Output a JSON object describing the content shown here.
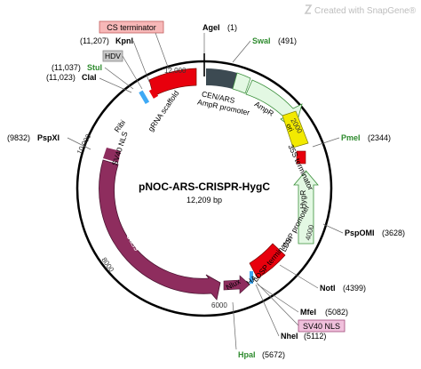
{
  "watermark": "Created with SnapGene®",
  "plasmid": {
    "name": "pNOC-ARS-CRISPR-HygC",
    "size_label": "12,209 bp"
  },
  "ticks": [
    "2000",
    "4000",
    "6000",
    "8000",
    "10,000",
    "12,000"
  ],
  "sites": [
    {
      "name": "AgeI",
      "pos": "(1)",
      "color": "#000000"
    },
    {
      "name": "SwaI",
      "pos": "(491)",
      "color": "#2e8b2e"
    },
    {
      "name": "PmeI",
      "pos": "(2344)",
      "color": "#2e8b2e"
    },
    {
      "name": "PspOMI",
      "pos": "(3628)",
      "color": "#000000"
    },
    {
      "name": "NotI",
      "pos": "(4399)",
      "color": "#000000"
    },
    {
      "name": "MfeI",
      "pos": "(5082)",
      "color": "#000000"
    },
    {
      "name": "NheI",
      "pos": "(5112)",
      "color": "#000000"
    },
    {
      "name": "HpaI",
      "pos": "(5672)",
      "color": "#2e8b2e"
    },
    {
      "name": "PspXI",
      "pos": "(9832)",
      "color": "#000000"
    },
    {
      "name": "ClaI",
      "pos": "(11,023)",
      "color": "#000000"
    },
    {
      "name": "StuI",
      "pos": "(11,037)",
      "color": "#2e8b2e"
    },
    {
      "name": "KpnI",
      "pos": "(11,207)",
      "color": "#000000"
    }
  ],
  "boxed": {
    "cs_terminator": "CS terminator",
    "hdv": "HDV",
    "sv40_nls": "SV40 NLS"
  },
  "features": {
    "ori": "ori",
    "ampr": "AmpR",
    "ampr_promoter": "AmpR promoter",
    "cen_ars": "CEN/ARS",
    "term_35s": "35S terminator",
    "hygr": "HygR",
    "ldsp_promoter": "LDSP promoter",
    "ldsp_terminator": "LDSP terminator",
    "ha": "HA",
    "nlux": "Nlux",
    "cas9": "Cas9",
    "sv40_nls_inner": "SV40 NLS",
    "ribi": "Ribi",
    "grna": "gRNA scaffold"
  },
  "colors": {
    "backbone": "#000000",
    "ampr": "#e3f8e3",
    "ampr_stroke": "#3a8f3a",
    "cen": "#3c4a52",
    "red": "#e8000d",
    "cas9": "#8e2d5e",
    "ori": "#f2ea00",
    "hdv_fill": "#c8c8c8",
    "cs_fill": "#f7b8b8",
    "sv40_fill": "#f0c0dc",
    "blue": "#3fa9f5",
    "green_site": "#2e8b2e"
  }
}
